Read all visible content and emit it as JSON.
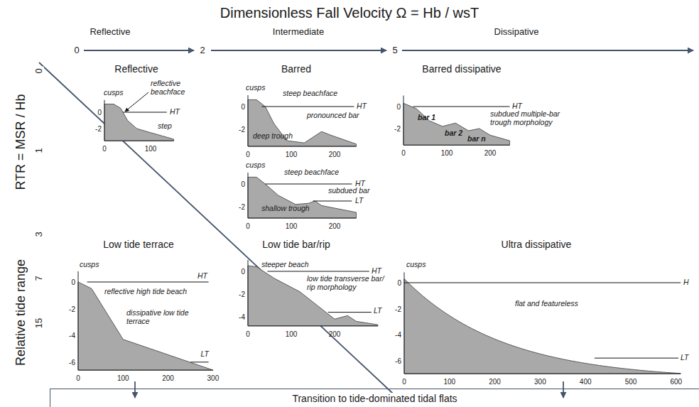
{
  "diagram": {
    "title": "Dimensionless Fall Velocity Ω = Hb / wsT",
    "nodes": [
      {
        "text": [
          "Transition to tide-dominated tidal flats"
        ]
      }
    ],
    "labels": [
      "Reflective",
      "Intermediate",
      "Dissipative",
      "0",
      "2",
      "5",
      "RTR = MSR / Hb",
      "Relative tide range",
      "0",
      "1",
      "3",
      "7",
      "15",
      "Reflective",
      "cusps",
      "reflective beachface",
      "HT",
      "step",
      "0",
      "-2",
      "0",
      "100",
      "Barred",
      "cusps",
      "steep beachface",
      "HT",
      "pronounced bar",
      "deep trough",
      "0",
      "-2",
      "0",
      "100",
      "200",
      "Barred dissipative",
      "bar 1",
      "bar 2",
      "bar n",
      "HT",
      "subdued multiple-bar trough morphology",
      "0",
      "-2",
      "0",
      "100",
      "200",
      "cusps",
      "steep beachface",
      "HT",
      "subdued bar",
      "LT",
      "shallow trough",
      "0",
      "-2",
      "0",
      "100",
      "200",
      "Low tide terrace",
      "cusps",
      "HT",
      "reflective high tide beach",
      "dissipative low tide terrace",
      "LT",
      "0",
      "-2",
      "-4",
      "-6",
      "0",
      "100",
      "200",
      "300",
      "Low tide bar/rip",
      "steeper beach",
      "HT",
      "low tide transverse bar/ rip morphology",
      "LT",
      "0",
      "-2",
      "-4",
      "0",
      "100",
      "200",
      "Ultra dissipative",
      "cusps",
      "H",
      "flat and featureless",
      "LT",
      "0",
      "-2",
      "-4",
      "-6",
      "0",
      "100",
      "200",
      "300",
      "400",
      "500",
      "600"
    ]
  }
}
